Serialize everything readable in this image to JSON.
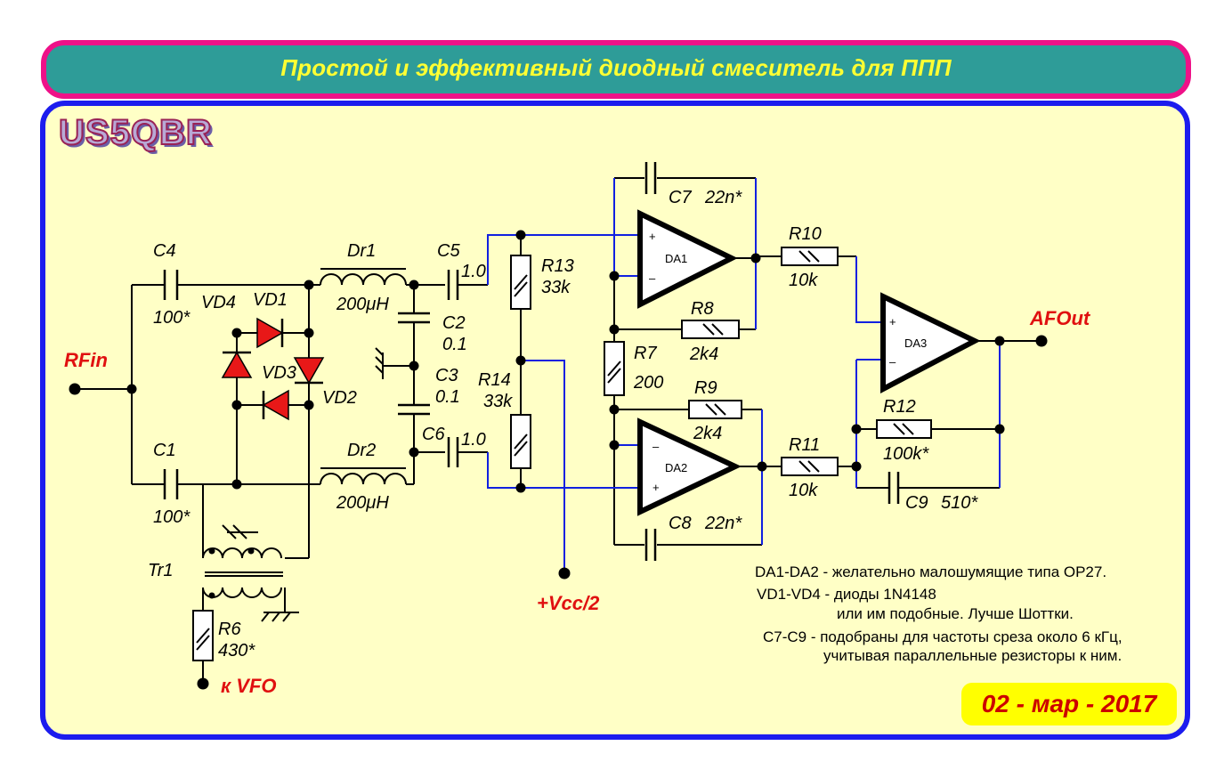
{
  "title": "Простой и эффективный диодный смеситель для ППП",
  "callsign": "US5QBR",
  "date": "02 - мар - 2017",
  "notes": [
    "DA1-DA2 - желательно малошумящие типа OP27.",
    "VD1-VD4 - диоды 1N4148",
    "или им подобные. Лучше Шоттки.",
    "C7-C9 - подобраны для частоты среза около 6 кГц,",
    "учитывая параллельные резисторы к ним."
  ],
  "signals": {
    "rf_in": "RFin",
    "af_out": "AFOut",
    "vcc": "+Vcc/2",
    "vfo": "к VFO"
  },
  "components": {
    "C4": {
      "ref": "C4",
      "value": "100*"
    },
    "C1": {
      "ref": "C1",
      "value": "100*"
    },
    "C2": {
      "ref": "C2",
      "value": "0.1"
    },
    "C3": {
      "ref": "C3",
      "value": "0.1"
    },
    "C5": {
      "ref": "C5",
      "value": "1.0"
    },
    "C6": {
      "ref": "C6",
      "value": "1.0"
    },
    "C7": {
      "ref": "C7",
      "value": "22n*"
    },
    "C8": {
      "ref": "C8",
      "value": "22n*"
    },
    "C9": {
      "ref": "C9",
      "value": "510*"
    },
    "Dr1": {
      "ref": "Dr1",
      "value": "200μH"
    },
    "Dr2": {
      "ref": "Dr2",
      "value": "200μH"
    },
    "R6": {
      "ref": "R6",
      "value": "430*"
    },
    "R7": {
      "ref": "R7",
      "value": "200"
    },
    "R8": {
      "ref": "R8",
      "value": "2k4"
    },
    "R9": {
      "ref": "R9",
      "value": "2k4"
    },
    "R10": {
      "ref": "R10",
      "value": "10k"
    },
    "R11": {
      "ref": "R11",
      "value": "10k"
    },
    "R12": {
      "ref": "R12",
      "value": "100k*"
    },
    "R13": {
      "ref": "R13",
      "value": "33k"
    },
    "R14": {
      "ref": "R14",
      "value": "33k"
    },
    "Tr1": {
      "ref": "Tr1"
    },
    "VD1": {
      "ref": "VD1"
    },
    "VD2": {
      "ref": "VD2"
    },
    "VD3": {
      "ref": "VD3"
    },
    "VD4": {
      "ref": "VD4"
    },
    "DA1": {
      "ref": "DA1",
      "plus": "+",
      "minus": "–"
    },
    "DA2": {
      "ref": "DA2",
      "plus": "+",
      "minus": "–"
    },
    "DA3": {
      "ref": "DA3",
      "plus": "+",
      "minus": "–"
    }
  }
}
